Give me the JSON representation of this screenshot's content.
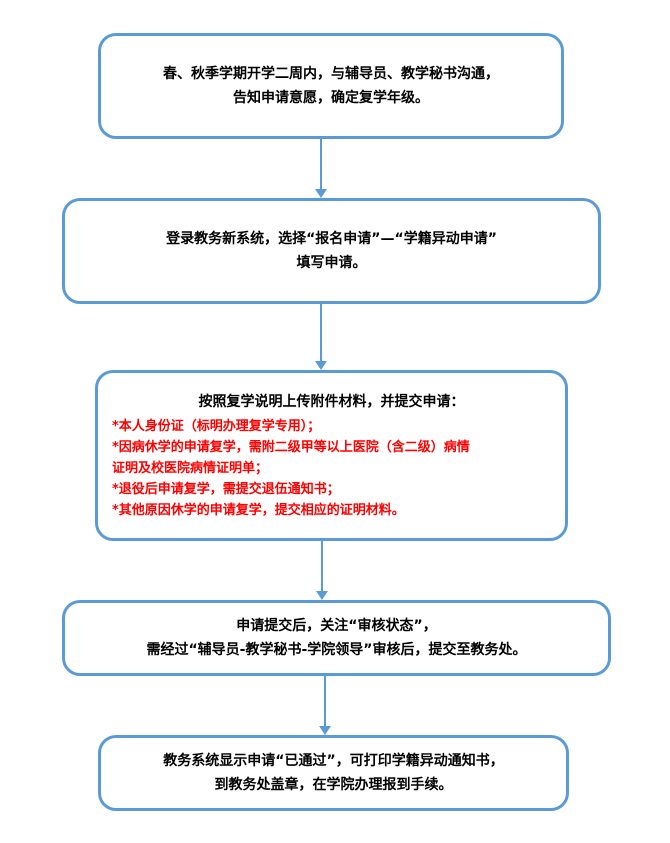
{
  "steps": [
    {
      "lines": [
        "春、秋季学期开学二周内，与辅导员、教学秘书沟通，",
        "告知申请意愿，确定复学年级。"
      ]
    },
    {
      "lines": [
        "登录教务新系统，选择“报名申请”—“学籍异动申请”",
        "填写申请。"
      ]
    },
    {
      "title": "按照复学说明上传附件材料，并提交申请：",
      "items": [
        "*本人身份证（标明办理复学专用）；",
        "*因病休学的申请复学，需附二级甲等以上医院（含二级）病情",
        "证明及校医院病情证明单；",
        "*退役后申请复学，需提交退伍通知书；",
        "*其他原因休学的申请复学，提交相应的证明材料。"
      ]
    },
    {
      "lines": [
        "申请提交后，关注“审核状态”，",
        "需经过“辅导员-教学秘书-学院领导”审核后，提交至教务处。"
      ]
    },
    {
      "lines": [
        "教务系统显示申请“已通过”，可打印学籍异动通知书，",
        "到教务处盖章，在学院办理报到手续。"
      ]
    }
  ],
  "colors": {
    "border": "#5b9bd5",
    "highlight": "#ff0000"
  }
}
